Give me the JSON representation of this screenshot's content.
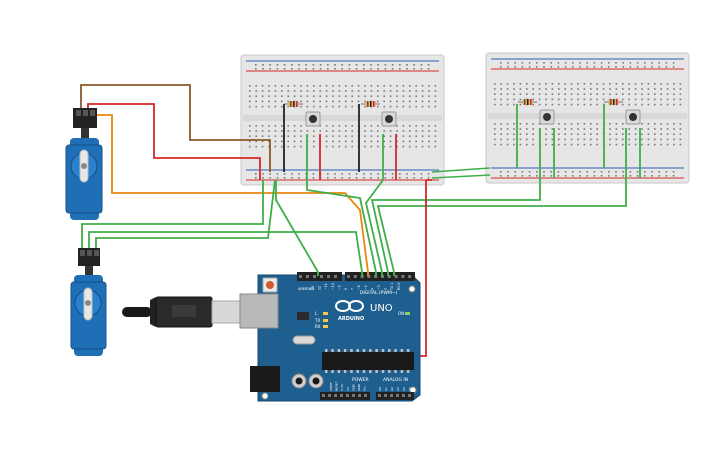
{
  "board": {
    "brand": "ARDUINO",
    "model": "UNO",
    "digital_header": "DIGITAL (PWM~)",
    "power_label": "POWER",
    "analog_label": "ANALOG IN",
    "tx_label": "TX",
    "rx_label": "RX",
    "l_label": "L",
    "on_label": "ON",
    "aref_label": "AREF",
    "gnd_label": "GND",
    "digital_pins": [
      "13",
      "12",
      "~11",
      "~10",
      "~9",
      "8",
      "7",
      "~6",
      "~5",
      "4",
      "~3",
      "2",
      "TX 1",
      "RX 0"
    ],
    "power_pins": [
      "IOREF",
      "RESET",
      "3.3V",
      "5V",
      "GND",
      "GND",
      "Vin"
    ],
    "analog_pins": [
      "A0",
      "A1",
      "A2",
      "A3",
      "A4",
      "A5"
    ]
  },
  "colors": {
    "wire_green": "#3fae49",
    "wire_red": "#d62828",
    "wire_orange": "#e8870e",
    "wire_brown": "#8b5a2b",
    "wire_black": "#222222",
    "servo_blue": "#1f6fb7",
    "board_blue": "#1f5f8f",
    "breadboard": "#e8e8e8"
  },
  "icons": {
    "servo": "servo-motor-icon",
    "usb": "usb-cable-icon",
    "button": "pushbutton-icon",
    "resistor": "resistor-icon"
  }
}
